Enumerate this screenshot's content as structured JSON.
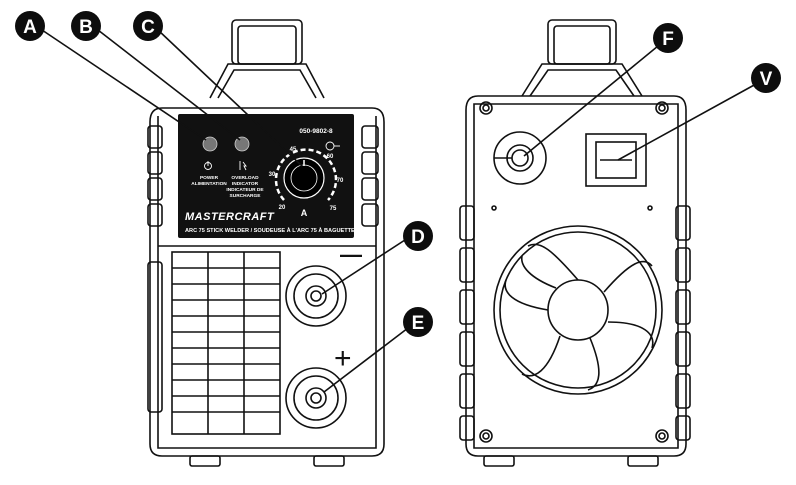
{
  "callouts": {
    "a": "A",
    "b": "B",
    "c": "C",
    "d": "D",
    "e": "E",
    "f": "F",
    "v": "V"
  },
  "front_panel": {
    "part_number": "050-9802-8",
    "power_label_1": "POWER",
    "power_label_2": "ALIMENTATION",
    "overload_label_1": "OVERLOAD",
    "overload_label_2": "INDICATOR",
    "overload_label_3": "INDICATEUR DE",
    "overload_label_4": "SURCHARGE",
    "dial_values": {
      "v20": "20",
      "v30": "30",
      "v45": "45",
      "v60": "60",
      "v70": "70",
      "v75": "75"
    },
    "amp_unit": "A",
    "brand": "MASTERCRAFT",
    "model_line": "ARC 75 STICK WELDER / SOUDEUSE À L'ARC 75 À BAGUETTE"
  },
  "terminals": {
    "negative_symbol": "—",
    "positive_symbol": "+"
  },
  "colors": {
    "callout_fill": "#0d0d0d",
    "line": "#111111",
    "panel": "#111111"
  }
}
